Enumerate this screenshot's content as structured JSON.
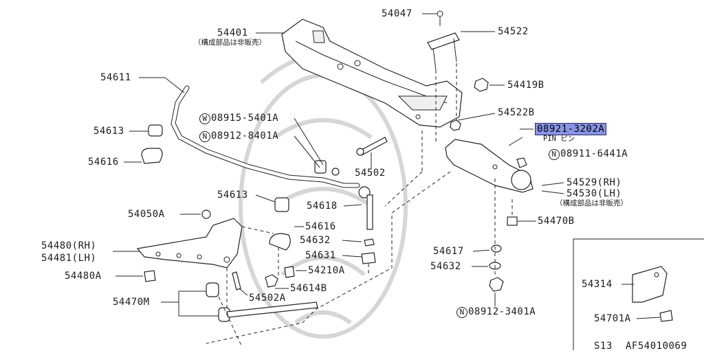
{
  "parts": {
    "p54047": "54047",
    "p54401": "54401",
    "p54401_note": "（構成部品は非販売）",
    "p54522": "54522",
    "p54611": "54611",
    "p54419B": "54419B",
    "p54522B": "54522B",
    "p08915": "08915-5401A",
    "p08915_prefix": "W",
    "p08912a": "08912-8401A",
    "p08912a_prefix": "N",
    "p54613a": "54613",
    "p54616a": "54616",
    "p08921": "08921-3202A",
    "p08921_sub": "PIN ピン",
    "p08911": "08911-6441A",
    "p08911_prefix": "N",
    "p54502": "54502",
    "p54529": "54529(RH)",
    "p54530": "54530(LH)",
    "p54530_note": "（構成部品は非販売）",
    "p54613b": "54613",
    "p54618": "54618",
    "p54050A": "54050A",
    "p54616b": "54616",
    "p54470B": "54470B",
    "p54632a": "54632",
    "p54480RH": "54480(RH)",
    "p54481LH": "54481(LH)",
    "p54631": "54631",
    "p54617": "54617",
    "p54210A": "54210A",
    "p54632b": "54632",
    "p54480A": "54480A",
    "p54614B": "54614B",
    "p54470M": "54470M",
    "p54502A": "54502A",
    "p08912b": "08912-3401A",
    "p08912b_prefix": "N",
    "p54314": "54314",
    "p54701A": "54701A"
  },
  "footer": {
    "model": "S13",
    "code": "AF54010069"
  },
  "colors": {
    "highlight": "#8a94e6",
    "line": "#222222",
    "watermark": "#d6d6d6"
  }
}
